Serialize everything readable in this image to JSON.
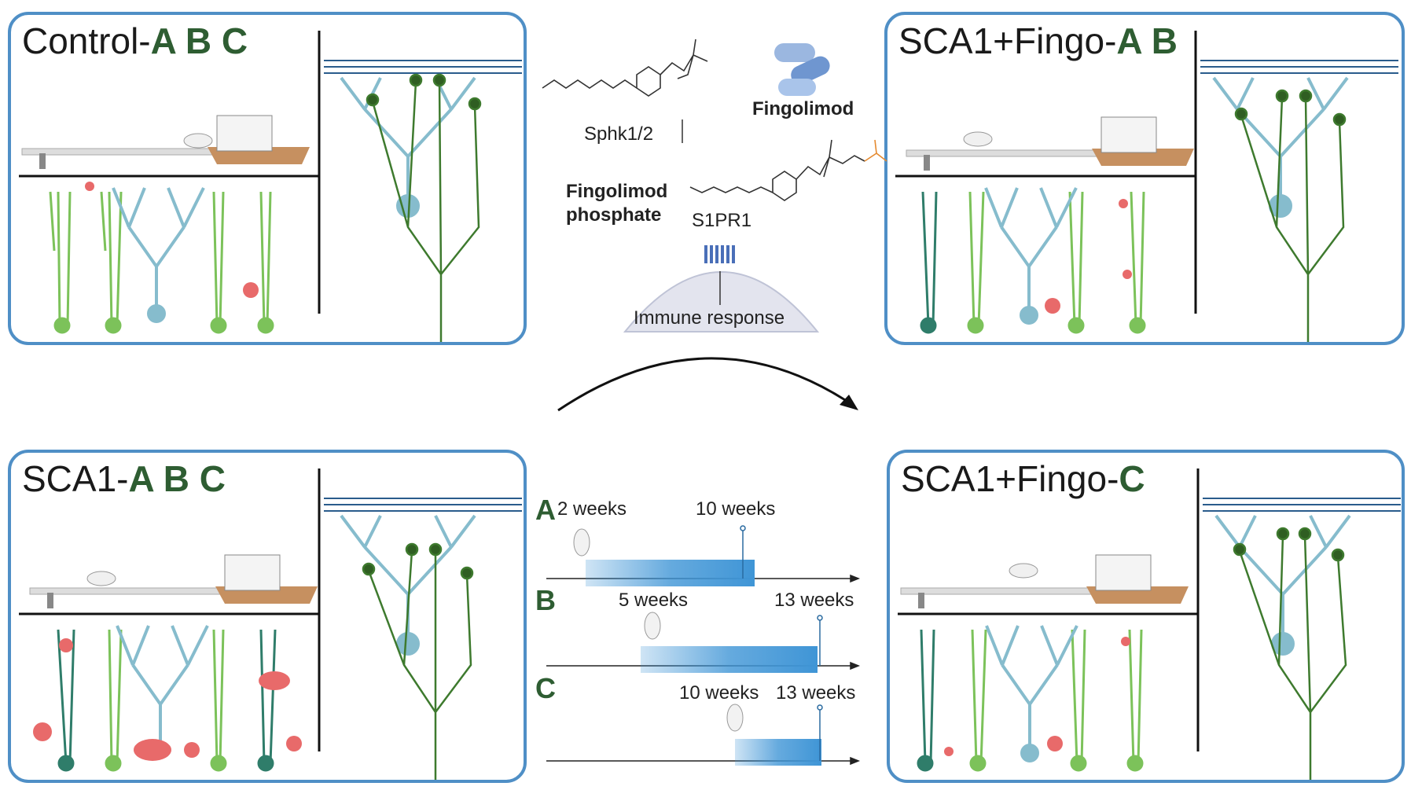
{
  "panels": {
    "control": {
      "prefix": "Control-",
      "letters": "A B C"
    },
    "sca1": {
      "prefix": "SCA1-",
      "letters": "A B C"
    },
    "fingo_ab": {
      "prefix": "SCA1+Fingo-",
      "letters": "A B"
    },
    "fingo_c": {
      "prefix": "SCA1+Fingo-",
      "letters": "C"
    }
  },
  "mechanism": {
    "sphk": "Sphk1/2",
    "fingolimod": "Fingolimod",
    "fingolimod_phosphate_1": "Fingolimod",
    "fingolimod_phosphate_2": "phosphate",
    "receptor": "S1PR1",
    "immune": "Immune response"
  },
  "timeline": {
    "A": {
      "letter": "A",
      "start": "2 weeks",
      "end": "10 weeks"
    },
    "B": {
      "letter": "B",
      "start": "5 weeks",
      "end": "13 weeks"
    },
    "C": {
      "letter": "C",
      "start": "10 weeks",
      "end": "13 weeks"
    }
  },
  "colors": {
    "panel_border": "#4f8fc6",
    "purkinje": "#86bccd",
    "bergmann_green": "#7cc25a",
    "bergmann_dark": "#2f7d6a",
    "microglia": "#e86a6a",
    "climbing_fiber": "#3e7a2e",
    "treatment_bar": "#3f95d6",
    "title_highlight": "#2e5d32"
  }
}
